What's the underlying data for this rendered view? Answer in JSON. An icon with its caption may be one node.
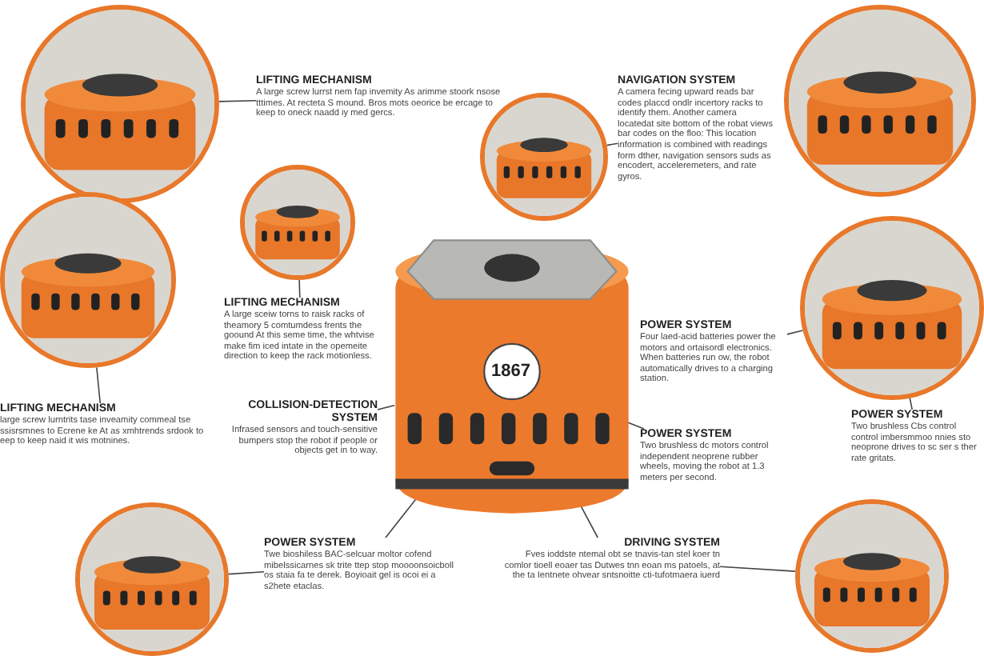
{
  "diagram": {
    "nodes": [
      {
        "text": [],
        "shape": "picture"
      },
      {
        "text": [
          "LIFTING MECHANISM",
          "A large screw lurrst nem fap invemity As arimme stoork nsose tttimes. At recteta S mound. Bros mots oeorice be ercage to keep to oneck naadd iy med gercs."
        ]
      },
      {
        "text": [],
        "shape": "picture"
      },
      {
        "text": [],
        "shape": "picture"
      },
      {
        "text": [
          "NAVIGATION SYSTEM",
          "A camera fecing upward reads bar codes placcd ondlr incertory racks to identify them. Another camera locatedat site bottom of the robat views bar codes on the floo: This location information is combined with readings form dther, navigation sensors suds as encodert, acceleremeters, and rate gyros."
        ]
      },
      {
        "text": [],
        "shape": "picture"
      },
      {
        "text": [],
        "shape": "picture"
      },
      {
        "text": [
          "LIFTING MECHANISM",
          "A large sceiw torns to raisk racks of theamory 5 comtumdess frents the goound At this seme time, the whtvise make fim iced intate in the opemeite direction to keep the rack motionless."
        ]
      },
      {
        "text": [],
        "shape": "picture"
      },
      {
        "text": [],
        "shape": "picture"
      },
      {
        "text": [
          "POWER SYSTEM",
          "Four laed-acid batteries power the motors and ortaisordl electronics. When batteries run ow, the robot automatically drives to a charging station."
        ]
      },
      {
        "text": [
          "LIFTING MECHANISM",
          "large screw lurntrits tase inveamity commeal tse ssisrsmnes to Ecrene ke At as xmhtrends srdook to eep to keep naid it wis motnines."
        ]
      },
      {
        "text": [
          "COLLISION-DETECTION SYSTEM",
          "Infrased sensors and touch-sensitive bumpers stop the robot if people or objects get in to way."
        ]
      },
      {
        "text": [
          "POWER SYSTEM",
          "Two brushless Cbs control control imbersmmoo nnies sto neoprone drives to sc ser s ther rate gritats."
        ]
      },
      {
        "text": [
          "POWER SYSTEM",
          "Two brushless dc motors control independent neoprene rubber wheels, moving the robot at 1.3 meters per second."
        ]
      },
      {
        "text": [],
        "shape": "picture"
      },
      {
        "text": [
          "POWER SYSTEM",
          "Twe bioshiless BAC-selcuar moltor cofend mibelssicarnes sk trite ttep stop moooonsoicboll os staia fa te derek. Boyioait gel is ocoi ei a s2hete etaclas."
        ]
      },
      {
        "text": [
          "DRIVING SYSTEM",
          "Fves ioddste ntemal obt se tnavis-tan stel koer tn comlor tioell eoaer tas Dutwes tnn eoan ms patoels, at the ta Ientnete ohvear sntsnoitte cti-tufotmaera iuerd"
        ]
      },
      {
        "text": [],
        "shape": "picture"
      }
    ],
    "edges": [
      {
        "from": 1,
        "to": 0,
        "arrow": "none"
      },
      {
        "from": 4,
        "to": 3,
        "arrow": "none"
      },
      {
        "from": 7,
        "to": 2,
        "arrow": "none"
      },
      {
        "from": 11,
        "to": 6,
        "arrow": "none"
      },
      {
        "from": 12,
        "to": 8,
        "arrow": "none"
      },
      {
        "from": 10,
        "to": 9,
        "arrow": "none"
      },
      {
        "from": 13,
        "to": 9,
        "arrow": "none"
      },
      {
        "from": 14,
        "to": 8,
        "arrow": "none"
      },
      {
        "from": 16,
        "to": 8,
        "arrow": "none"
      },
      {
        "from": 16,
        "to": 15,
        "arrow": "none"
      },
      {
        "from": 17,
        "to": 8,
        "arrow": "none"
      },
      {
        "from": 17,
        "to": 18,
        "arrow": "none"
      }
    ],
    "labels": [
      "1867"
    ]
  }
}
